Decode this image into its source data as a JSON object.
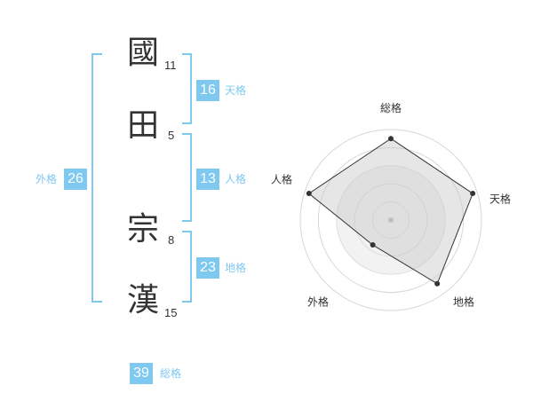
{
  "name": {
    "characters": [
      {
        "char": "國",
        "strokes": "11"
      },
      {
        "char": "田",
        "strokes": "5"
      },
      {
        "char": "宗",
        "strokes": "8"
      },
      {
        "char": "漢",
        "strokes": "15"
      }
    ]
  },
  "scores": {
    "tenkaku": {
      "value": "16",
      "label": "天格"
    },
    "jinkaku": {
      "value": "13",
      "label": "人格"
    },
    "chikaku": {
      "value": "23",
      "label": "地格"
    },
    "gaikaku": {
      "value": "26",
      "label": "外格"
    },
    "soukaku": {
      "value": "39",
      "label": "総格"
    }
  },
  "colors": {
    "accent": "#7fc8f0",
    "text": "#333333",
    "grid": "#d8d8d8",
    "fill": "#f2f2f2"
  },
  "chart_data": {
    "type": "radar",
    "axes": [
      "総格",
      "天格",
      "地格",
      "外格",
      "人格"
    ],
    "values": [
      0.9,
      0.95,
      0.87,
      0.34,
      0.95
    ],
    "rings": 5,
    "max": 1
  }
}
